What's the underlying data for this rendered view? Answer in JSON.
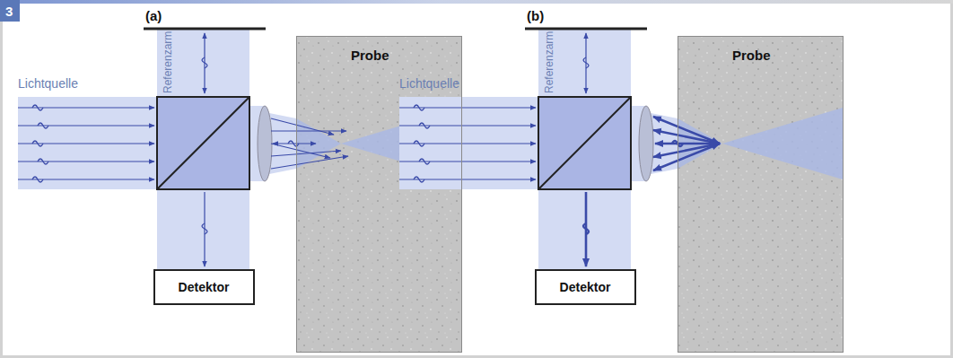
{
  "diagram": {
    "nodes": [
      {
        "text": [
          "Probe"
        ]
      },
      {
        "text": [
          "Detektor"
        ]
      },
      {
        "text": [
          "Probe"
        ]
      },
      {
        "text": [
          "Detektor"
        ]
      }
    ],
    "labels": [
      "3",
      "(a)",
      "Referenzarm",
      "Lichtquelle",
      "(b)",
      "Referenzarm",
      "Lichtquelle"
    ]
  }
}
